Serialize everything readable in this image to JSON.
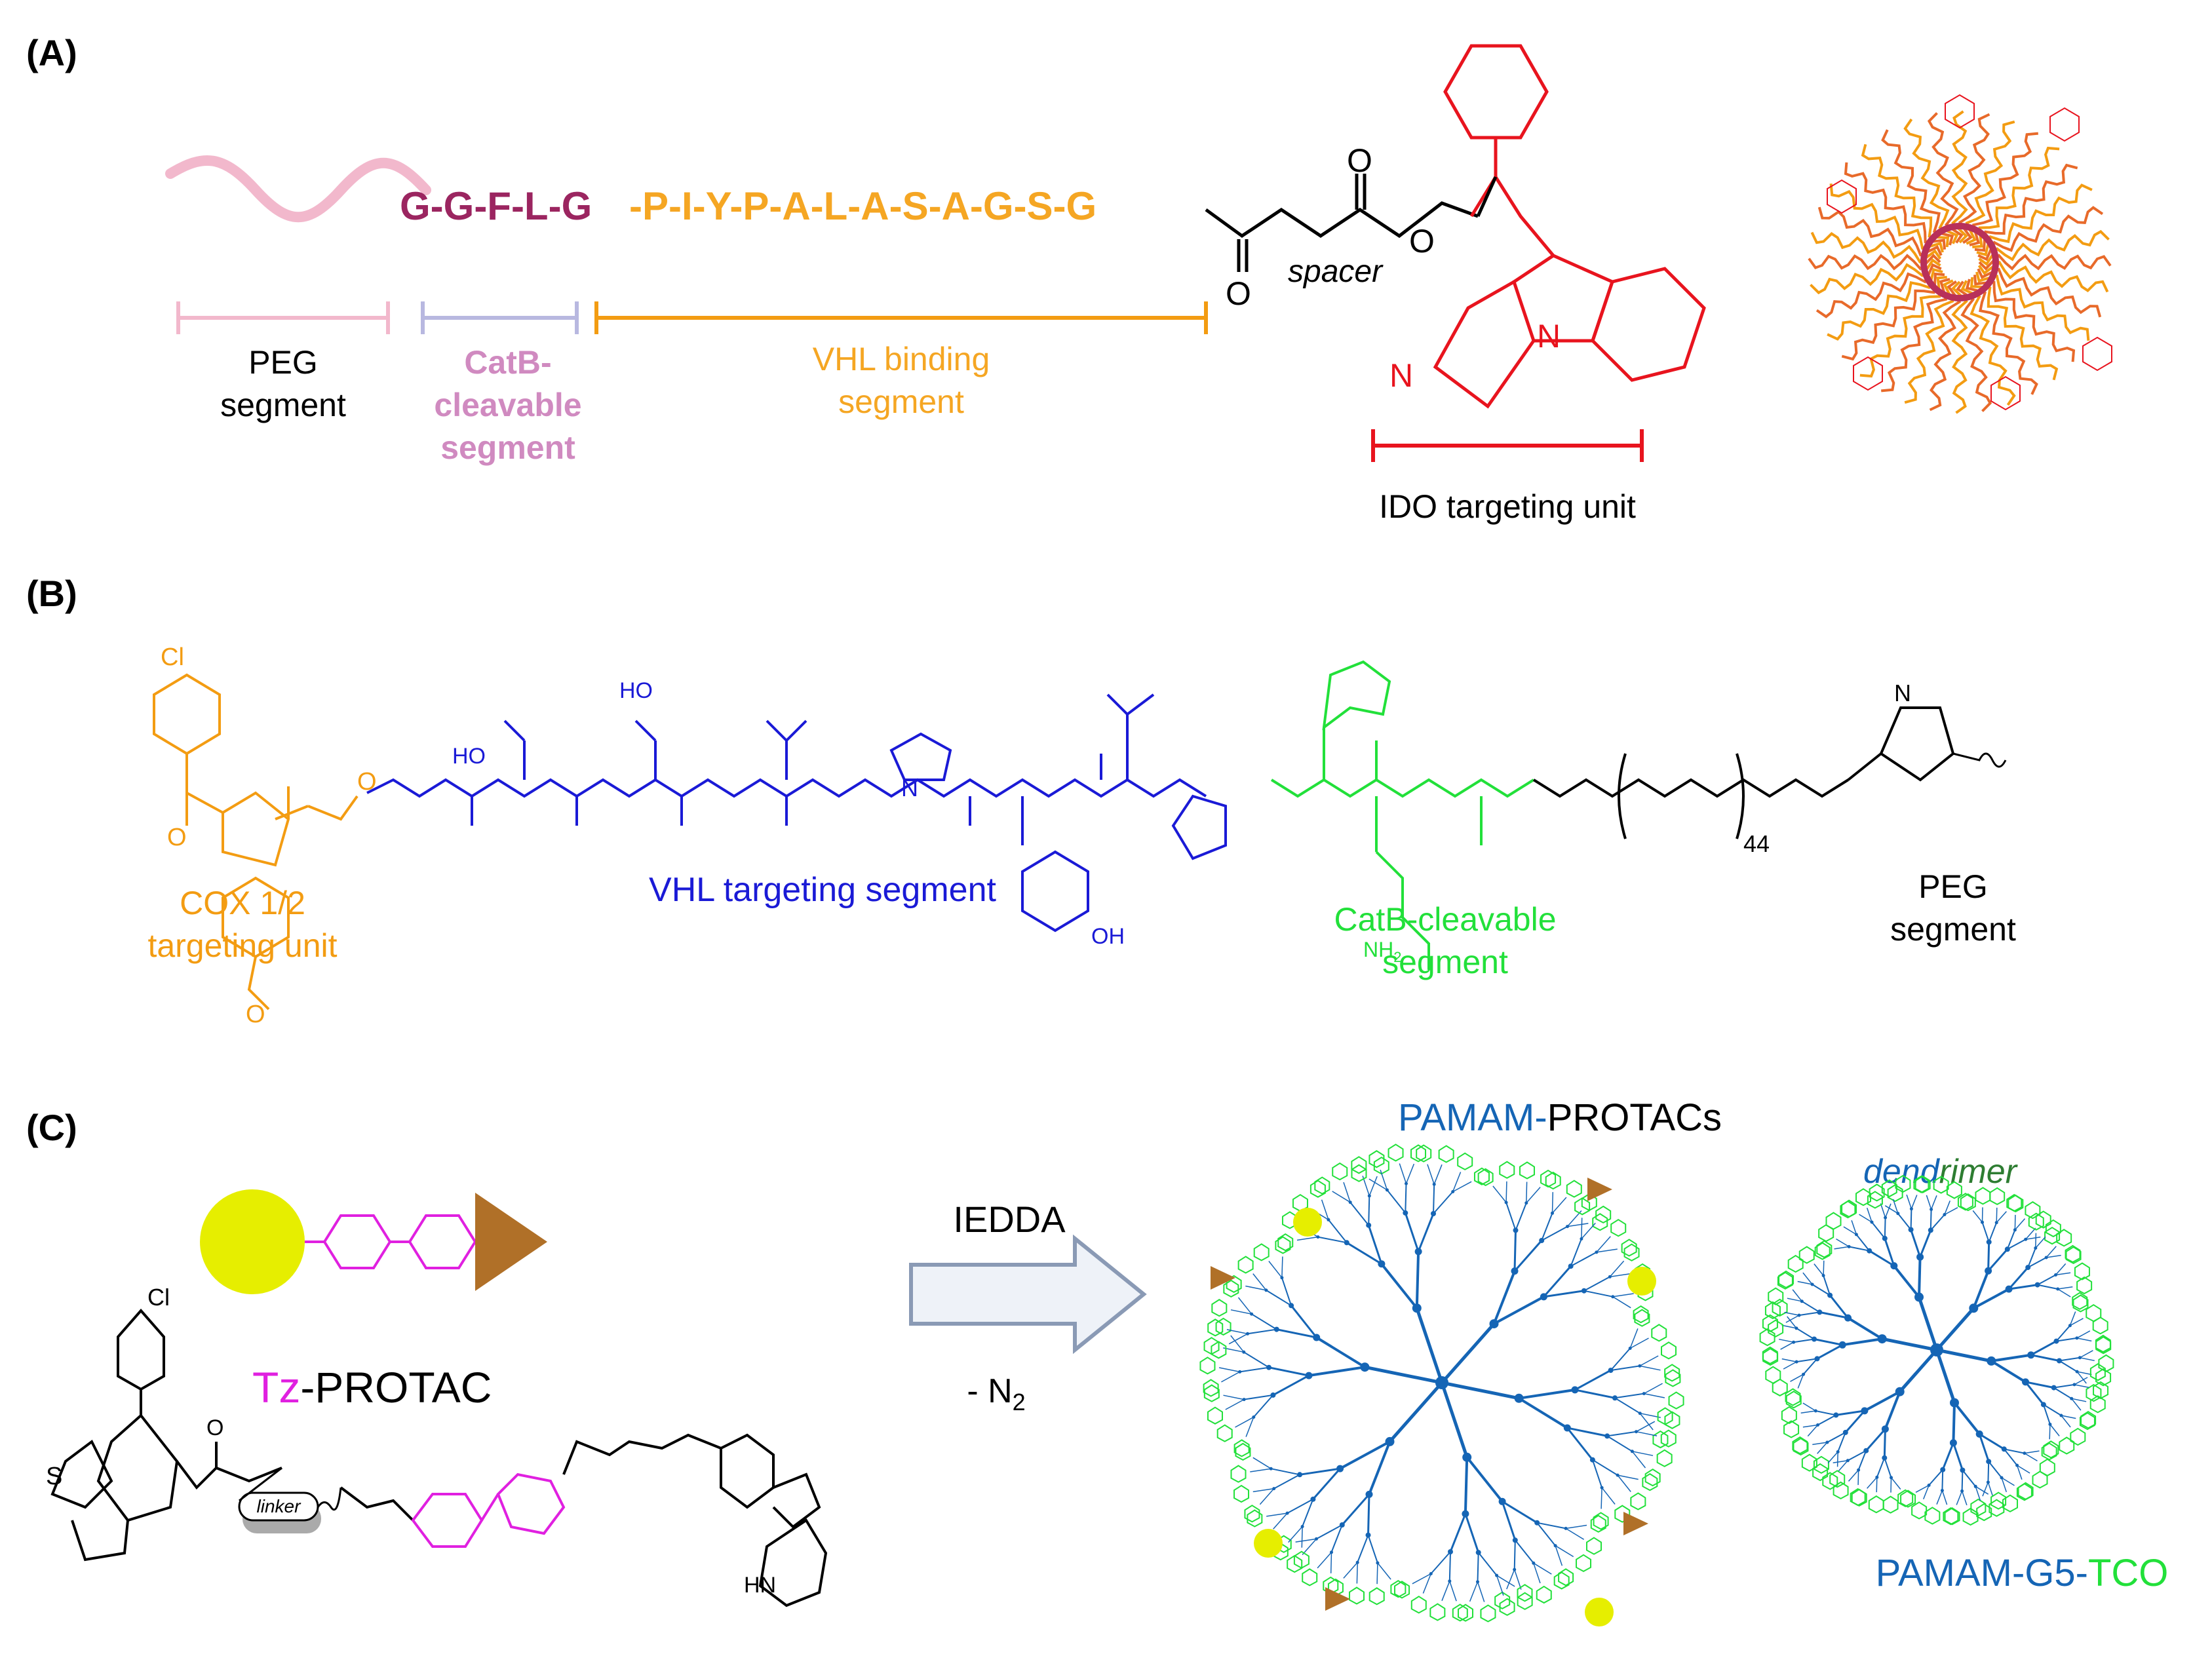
{
  "panelA": {
    "label": "(A)",
    "cleavable_seq": "G-G-F-L-G",
    "vhl_seq": "-P-I-Y-P-A-L-A-S-A-G-S-G",
    "spacer": "spacer",
    "o_label": "O",
    "n_label": "N",
    "peg_line1": "PEG",
    "peg_line2": "segment",
    "catb_line1": "CatB-",
    "catb_line2": "cleavable",
    "catb_line3": "segment",
    "vhl_line1": "VHL binding",
    "vhl_line2": "segment",
    "ido_label": "IDO targeting unit"
  },
  "panelB": {
    "label": "(B)",
    "cl": "Cl",
    "cox_line1": "COX 1/2",
    "cox_line2": "targeting unit",
    "vhl_label": "VHL targeting segment",
    "catb_line1": "CatB-cleavable",
    "catb_line2": "segment",
    "peg_line1": "PEG",
    "peg_line2": "segment",
    "oh": "OH",
    "ho": "HO",
    "nh": "NH",
    "nh2": "NH",
    "nh2_sub": "2",
    "peg_repeat": "44",
    "o_label": "O",
    "n_label": "N",
    "h_label": "H"
  },
  "panelC": {
    "label": "(C)",
    "arrow_top": "IEDDA",
    "arrow_bottom": "- N",
    "arrow_bottom_sub": "2",
    "tz": "Tz",
    "protac": "-PROTAC",
    "linker": "linker",
    "cl": "Cl",
    "pamam_prefix": "PAMAM-",
    "pamam_suffix": "PROTACs",
    "dend_part1": "dend",
    "dend_part2": "rimer",
    "g5_prefix": "PAMAM-G5-",
    "g5_suffix": "TCO",
    "s_label": "S",
    "o_label": "O",
    "n_label": "N",
    "h_label": "H",
    "hn_label": "HN"
  },
  "colors": {
    "peg_pink": "#f2b8cc",
    "catb_purple": "#9b2560",
    "vhl_orange": "#f5a623",
    "ido_red": "#e8141e",
    "cox_orange": "#f39c12",
    "vhl_blue": "#1a1ad6",
    "catb_green": "#22e03a",
    "pamam_blue": "#1565b5",
    "tz_magenta": "#e020e0",
    "yellow": "#e6ee00",
    "brown": "#b07028"
  }
}
